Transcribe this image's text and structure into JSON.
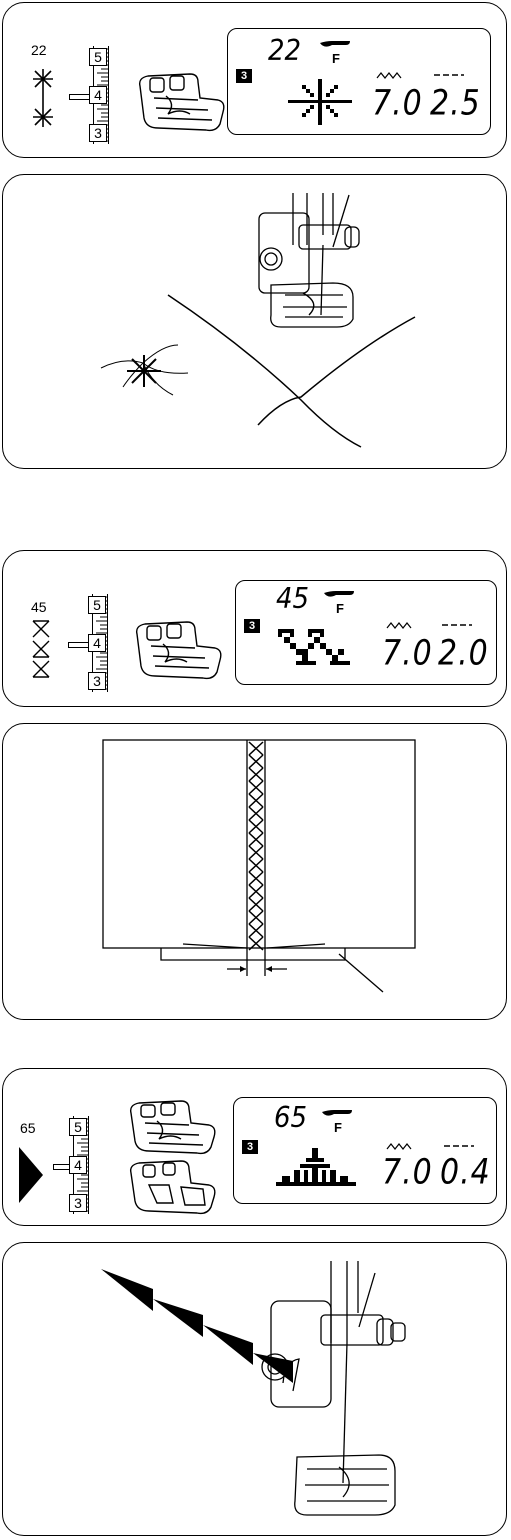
{
  "panels": [
    {
      "pattern_number": "22",
      "lcd": {
        "code": "22",
        "width": "7.0",
        "length": "2.5"
      },
      "dial": [
        "5",
        "4",
        "3"
      ]
    },
    {
      "pattern_number": "45",
      "lcd": {
        "code": "45",
        "width": "7.0",
        "length": "2.0"
      },
      "dial": [
        "5",
        "4",
        "3"
      ]
    },
    {
      "pattern_number": "65",
      "lcd": {
        "code": "65",
        "width": "7.0",
        "length": "0.4"
      },
      "dial": [
        "5",
        "4",
        "3"
      ]
    }
  ],
  "icons": {
    "foot": "presser-foot-icon",
    "lcd_foot": "foot-f-icon",
    "pattern_mode": "mode-3-icon",
    "width": "stitch-width-icon",
    "length": "stitch-length-icon"
  },
  "lcd_labels": {
    "foot_letter": "F",
    "mode": "3"
  }
}
